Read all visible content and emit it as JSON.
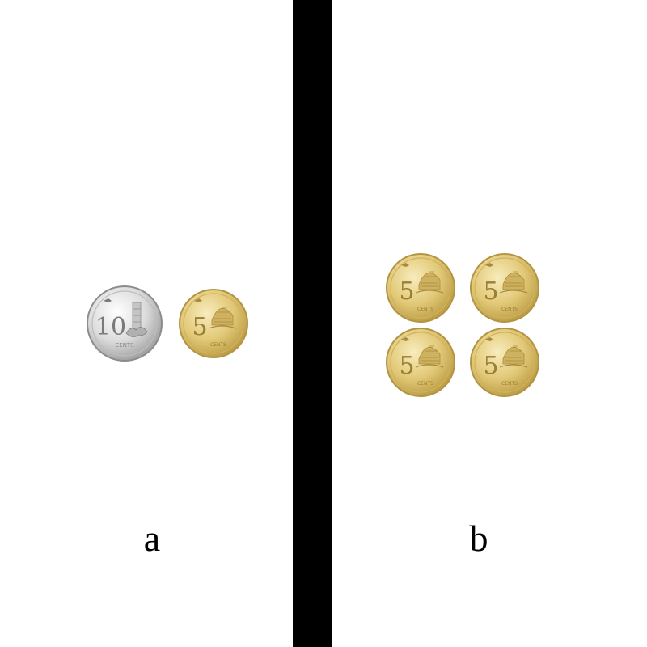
{
  "panels": [
    {
      "label": "a",
      "coins": [
        {
          "denomination": "10",
          "metal": "silver",
          "inscription": "CENTS"
        },
        {
          "denomination": "5",
          "metal": "gold",
          "inscription": "CENTS"
        }
      ]
    },
    {
      "label": "b",
      "coins": [
        {
          "denomination": "5",
          "metal": "gold",
          "inscription": "CENTS"
        },
        {
          "denomination": "5",
          "metal": "gold",
          "inscription": "CENTS"
        },
        {
          "denomination": "5",
          "metal": "gold",
          "inscription": "CENTS"
        },
        {
          "denomination": "5",
          "metal": "gold",
          "inscription": "CENTS"
        }
      ]
    }
  ],
  "colors": {
    "divider": "#000000",
    "background": "#ffffff",
    "gold_light": "#f3e3a8",
    "gold_mid": "#dcc272",
    "gold_dark": "#a88a3c",
    "silver_light": "#f6f6f6",
    "silver_mid": "#d2d2d2",
    "silver_dark": "#8c8c8c"
  }
}
